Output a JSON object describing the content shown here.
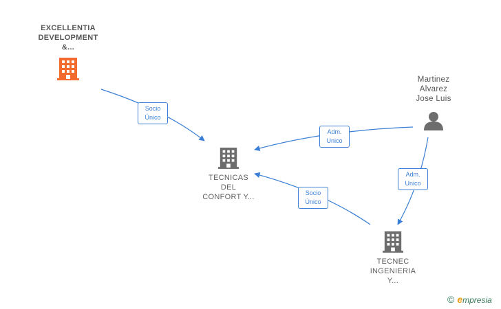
{
  "nodes": {
    "excellentia": {
      "lines": [
        "EXCELLENTIA",
        "DEVELOPMENT",
        "&..."
      ],
      "color": "#f26a2e",
      "icon": "building-icon"
    },
    "tecnicas": {
      "lines": [
        "TECNICAS",
        "DEL",
        "CONFORT Y..."
      ],
      "color": "#6d6d6d",
      "icon": "building-icon"
    },
    "tecnec": {
      "lines": [
        "TECNEC",
        "INGENIERIA",
        "Y..."
      ],
      "color": "#6d6d6d",
      "icon": "building-icon"
    },
    "martinez": {
      "lines": [
        "Martinez",
        "Alvarez",
        "Jose Luis"
      ],
      "color": "#6d6d6d",
      "icon": "person-icon"
    }
  },
  "edges": [
    {
      "from": "excellentia",
      "to": "tecnicas",
      "label_lines": [
        "Socio",
        "Único"
      ]
    },
    {
      "from": "martinez",
      "to": "tecnicas",
      "label_lines": [
        "Adm.",
        "Unico"
      ]
    },
    {
      "from": "martinez",
      "to": "tecnec",
      "label_lines": [
        "Adm.",
        "Unico"
      ]
    },
    {
      "from": "tecnec",
      "to": "tecnicas",
      "label_lines": [
        "Socio",
        "Único"
      ]
    }
  ],
  "edge_color": "#3a7fd5",
  "brand": {
    "copyright": "©",
    "initial": "e",
    "name": "mpresia"
  }
}
